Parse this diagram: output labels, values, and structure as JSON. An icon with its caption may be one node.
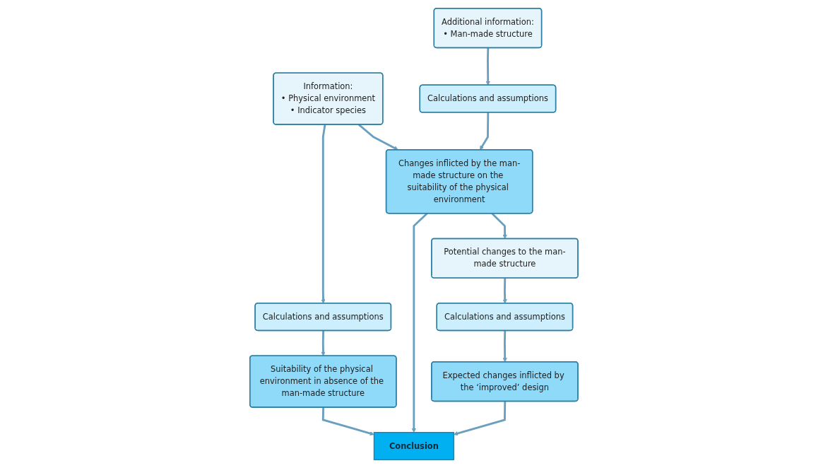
{
  "diagram": {
    "nodes": [
      {
        "text": [
          "Information:",
          "• Physical environment",
          "• Indicator species"
        ]
      },
      {
        "text": [
          "Additional information:",
          "• Man-made structure"
        ]
      },
      {
        "text": [
          "Potential changes to the man-made structure"
        ]
      },
      {
        "text": [
          "Calculations and assumptions"
        ]
      },
      {
        "text": [
          "Calculations and assumptions"
        ]
      },
      {
        "text": [
          "Calculations and assumptions"
        ]
      },
      {
        "text": [
          "Suitability of the physical environment in absence of the man-made structure"
        ]
      },
      {
        "text": [
          "Changes inflicted by the man-made structure on the suitability of the physical environment"
        ]
      },
      {
        "text": [
          "Expected changes inflicted by the ‘improved’ design"
        ]
      },
      {
        "text": [
          "Conclusion"
        ]
      }
    ],
    "edges": [
      {
        "from": 0,
        "to": 3,
        "arrow": "to"
      },
      {
        "from": 3,
        "to": 6,
        "arrow": "to"
      },
      {
        "from": 0,
        "to": 7,
        "arrow": "to"
      },
      {
        "from": 1,
        "to": 4,
        "arrow": "to"
      },
      {
        "from": 4,
        "to": 7,
        "arrow": "to"
      },
      {
        "from": 7,
        "to": 2,
        "arrow": "to"
      },
      {
        "from": 2,
        "to": 5,
        "arrow": "to"
      },
      {
        "from": 5,
        "to": 8,
        "arrow": "to"
      },
      {
        "from": 6,
        "to": 9,
        "arrow": "to"
      },
      {
        "from": 7,
        "to": 9,
        "arrow": "to"
      },
      {
        "from": 8,
        "to": 9,
        "arrow": "to"
      }
    ]
  }
}
